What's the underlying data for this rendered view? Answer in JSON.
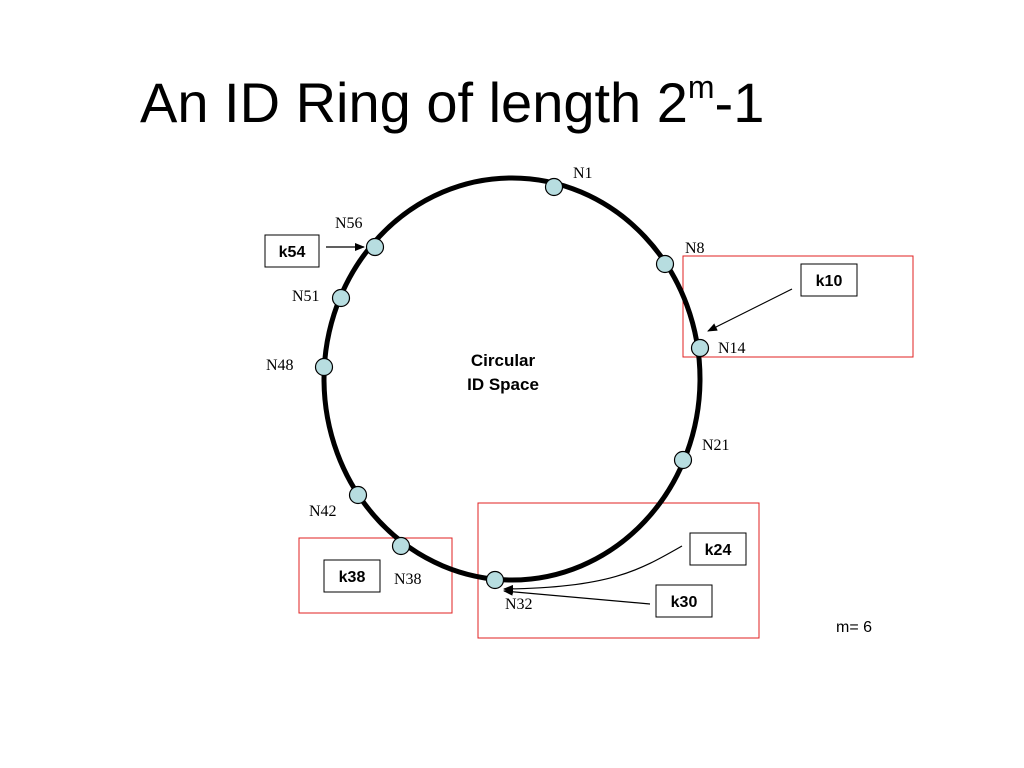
{
  "title": {
    "main": "An ID Ring of length 2",
    "superscript": "m",
    "suffix": "-1"
  },
  "ring": {
    "center_line1": "Circular",
    "center_line2": "ID Space"
  },
  "nodes": [
    {
      "label": "N1"
    },
    {
      "label": "N8"
    },
    {
      "label": "N14"
    },
    {
      "label": "N21"
    },
    {
      "label": "N32"
    },
    {
      "label": "N38"
    },
    {
      "label": "N42"
    },
    {
      "label": "N48"
    },
    {
      "label": "N51"
    },
    {
      "label": "N56"
    }
  ],
  "keys": [
    {
      "label": "k10"
    },
    {
      "label": "k24"
    },
    {
      "label": "k30"
    },
    {
      "label": "k38"
    },
    {
      "label": "k54"
    }
  ],
  "note": "m= 6",
  "colors": {
    "ring": "#000000",
    "node_fill": "#b7dde0",
    "highlight_box": "#e02020"
  }
}
